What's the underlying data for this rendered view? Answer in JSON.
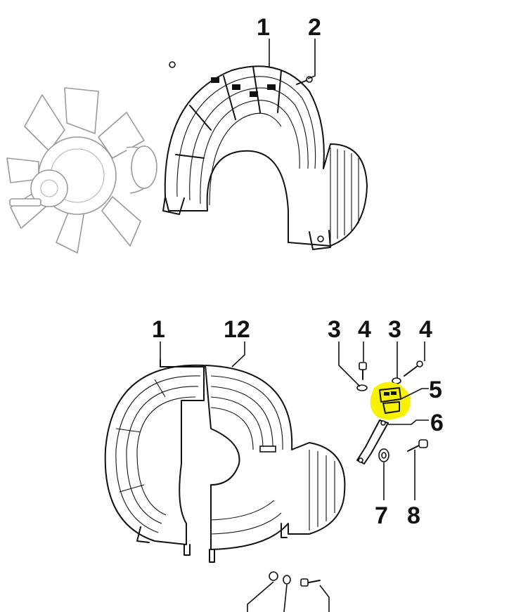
{
  "diagram": {
    "highlight_color": "#f7f200",
    "ink_color": "#111111",
    "ghost_color": "#9a9a9a",
    "callouts": {
      "top_1": "1",
      "top_2": "2",
      "b_1": "1",
      "b_12": "12",
      "b_3a": "3",
      "b_4a": "4",
      "b_3b": "3",
      "b_4b": "4",
      "b_5": "5",
      "b_6": "6",
      "b_7": "7",
      "b_8": "8"
    }
  }
}
